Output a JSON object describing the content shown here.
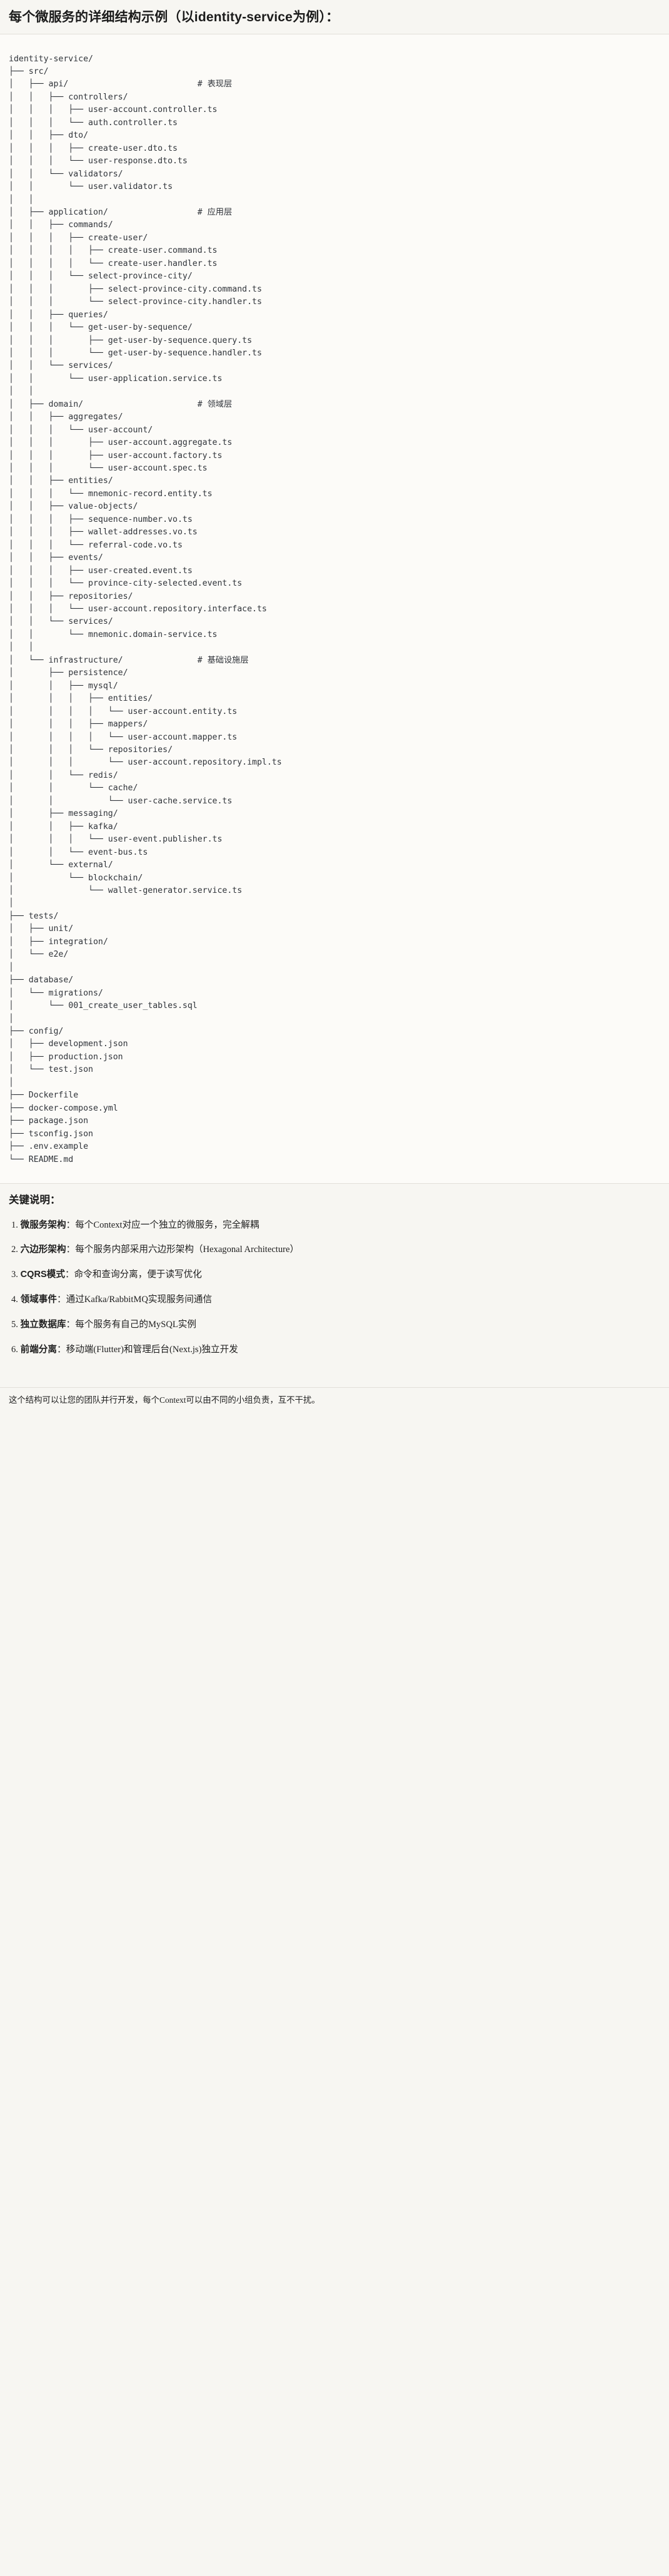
{
  "header": {
    "title": "每个微服务的详细结构示例（以identity-service为例）："
  },
  "tree": {
    "root_label": "identity-service/",
    "text": "identity-service/\n├── src/\n│   ├── api/                          # 表现层\n│   │   ├── controllers/\n│   │   │   ├── user-account.controller.ts\n│   │   │   └── auth.controller.ts\n│   │   ├── dto/\n│   │   │   ├── create-user.dto.ts\n│   │   │   └── user-response.dto.ts\n│   │   └── validators/\n│   │       └── user.validator.ts\n│   │\n│   ├── application/                  # 应用层\n│   │   ├── commands/\n│   │   │   ├── create-user/\n│   │   │   │   ├── create-user.command.ts\n│   │   │   │   └── create-user.handler.ts\n│   │   │   └── select-province-city/\n│   │   │       ├── select-province-city.command.ts\n│   │   │       └── select-province-city.handler.ts\n│   │   ├── queries/\n│   │   │   └── get-user-by-sequence/\n│   │   │       ├── get-user-by-sequence.query.ts\n│   │   │       └── get-user-by-sequence.handler.ts\n│   │   └── services/\n│   │       └── user-application.service.ts\n│   │\n│   ├── domain/                       # 领域层\n│   │   ├── aggregates/\n│   │   │   └── user-account/\n│   │   │       ├── user-account.aggregate.ts\n│   │   │       ├── user-account.factory.ts\n│   │   │       └── user-account.spec.ts\n│   │   ├── entities/\n│   │   │   └── mnemonic-record.entity.ts\n│   │   ├── value-objects/\n│   │   │   ├── sequence-number.vo.ts\n│   │   │   ├── wallet-addresses.vo.ts\n│   │   │   └── referral-code.vo.ts\n│   │   ├── events/\n│   │   │   ├── user-created.event.ts\n│   │   │   └── province-city-selected.event.ts\n│   │   ├── repositories/\n│   │   │   └── user-account.repository.interface.ts\n│   │   └── services/\n│   │       └── mnemonic.domain-service.ts\n│   │\n│   └── infrastructure/               # 基础设施层\n│       ├── persistence/\n│       │   ├── mysql/\n│       │   │   ├── entities/\n│       │   │   │   └── user-account.entity.ts\n│       │   │   ├── mappers/\n│       │   │   │   └── user-account.mapper.ts\n│       │   │   └── repositories/\n│       │   │       └── user-account.repository.impl.ts\n│       │   └── redis/\n│       │       └── cache/\n│       │           └── user-cache.service.ts\n│       ├── messaging/\n│       │   ├── kafka/\n│       │   │   └── user-event.publisher.ts\n│       │   └── event-bus.ts\n│       └── external/\n│           └── blockchain/\n│               └── wallet-generator.service.ts\n│\n├── tests/\n│   ├── unit/\n│   ├── integration/\n│   └── e2e/\n│\n├── database/\n│   └── migrations/\n│       └── 001_create_user_tables.sql\n│\n├── config/\n│   ├── development.json\n│   ├── production.json\n│   └── test.json\n│\n├── Dockerfile\n├── docker-compose.yml\n├── package.json\n├── tsconfig.json\n├── .env.example\n└── README.md"
  },
  "keys": {
    "title": "关键说明：",
    "items": [
      {
        "term": "微服务架构",
        "sep": "：",
        "desc": "每个Context对应一个独立的微服务，完全解耦"
      },
      {
        "term": "六边形架构",
        "sep": "：",
        "desc": "每个服务内部采用六边形架构（Hexagonal Architecture）"
      },
      {
        "term": "CQRS模式",
        "sep": "：",
        "desc": "命令和查询分离，便于读写优化"
      },
      {
        "term": "领域事件",
        "sep": "：",
        "desc": "通过Kafka/RabbitMQ实现服务间通信"
      },
      {
        "term": "独立数据库",
        "sep": "：",
        "desc": "每个服务有自己的MySQL实例"
      },
      {
        "term": "前端分离",
        "sep": "：",
        "desc": "移动端(Flutter)和管理后台(Next.js)独立开发"
      }
    ]
  },
  "footnote": {
    "text": "这个结构可以让您的团队并行开发，每个Context可以由不同的小组负责，互不干扰。"
  }
}
